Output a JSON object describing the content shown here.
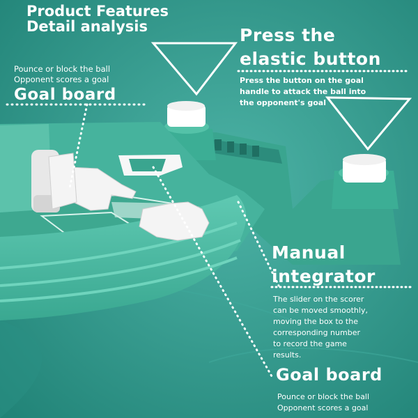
{
  "header": {
    "line1": "Product Features",
    "line2": "Detail analysis"
  },
  "callouts": {
    "goal_board_top": {
      "desc_line1": "Pounce or block the ball",
      "desc_line2": "Opponent scores a goal",
      "title": "Goal board"
    },
    "elastic_button": {
      "title_line1": "Press the",
      "title_line2": "elastic button",
      "desc_line1": "Press the button on the goal",
      "desc_line2": "handle to attack the ball into",
      "desc_line3": "the opponent's goal"
    },
    "manual_integrator": {
      "title_line1": "Manual",
      "title_line2": "integrator",
      "desc_line1": "The slider on the scorer",
      "desc_line2": "can be moved smoothly,",
      "desc_line3": "moving the box to the",
      "desc_line4": "corresponding number",
      "desc_line5": "to record the game",
      "desc_line6": "results."
    },
    "goal_board_bottom": {
      "title": "Goal board",
      "desc_line1": "Pounce or block the ball",
      "desc_line2": "Opponent scores a goal"
    }
  },
  "colors": {
    "background": "#2f9b8e",
    "toy_green": "#49b9a1",
    "toy_dark": "#2c8c7c",
    "text": "#ffffff"
  }
}
